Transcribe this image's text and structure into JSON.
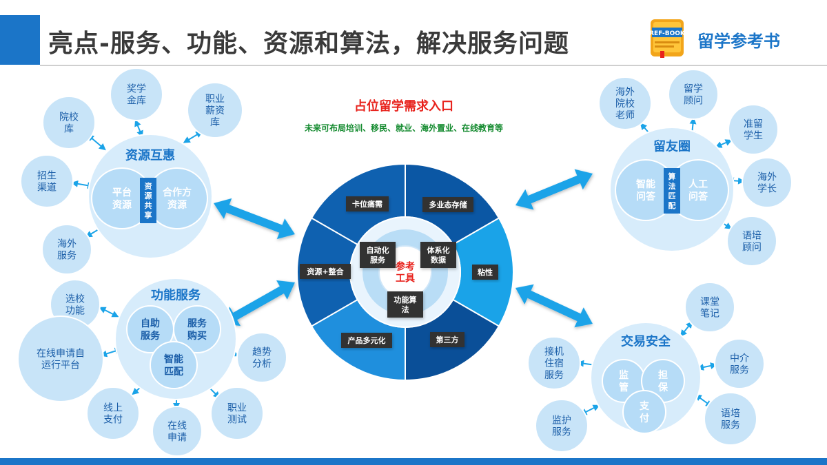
{
  "header": {
    "title": "亮点-服务、功能、资源和算法，解决服务问题",
    "brand_name": "留学参考书",
    "brand_logo_text": "REF-BOOK"
  },
  "center": {
    "headline": "占位留学需求入口",
    "subline": "未来可布局培训、移民、就业、海外置业、在线教育等",
    "core": [
      "参考",
      "工具"
    ],
    "outer_segments": [
      {
        "id": "a",
        "text": [
          "卡位痛需"
        ]
      },
      {
        "id": "b",
        "text": [
          "多业态存储"
        ]
      },
      {
        "id": "c",
        "text": [
          "粘性"
        ]
      },
      {
        "id": "d",
        "text": [
          "第三方"
        ]
      },
      {
        "id": "e",
        "text": [
          "产品多元化"
        ]
      },
      {
        "id": "f",
        "text": [
          "资源+整合"
        ]
      }
    ],
    "inner_boxes": [
      {
        "id": "auto",
        "text": [
          "自动化",
          "服务"
        ]
      },
      {
        "id": "data",
        "text": [
          "体系化",
          "数据"
        ]
      },
      {
        "id": "algo",
        "text": [
          "功能算",
          "法"
        ]
      }
    ]
  },
  "clusters": {
    "resource": {
      "title": "资源互惠",
      "left": [
        "平台",
        "资源"
      ],
      "right": [
        "合作方",
        "资源"
      ],
      "band": [
        "资",
        "源",
        "共",
        "享"
      ],
      "satellites": [
        {
          "id": "scholarship",
          "text": [
            "奖学",
            "金库"
          ]
        },
        {
          "id": "salary",
          "text": [
            "职业",
            "薪资",
            "库"
          ]
        },
        {
          "id": "school",
          "text": [
            "院校",
            "库"
          ]
        },
        {
          "id": "recruit",
          "text": [
            "招生",
            "渠道"
          ]
        },
        {
          "id": "overseas",
          "text": [
            "海外",
            "服务"
          ]
        }
      ]
    },
    "function": {
      "title": "功能服务",
      "circles": [
        {
          "id": "self",
          "text": [
            "自助",
            "服务"
          ]
        },
        {
          "id": "buy",
          "text": [
            "服务",
            "购买"
          ]
        },
        {
          "id": "match",
          "text": [
            "智能",
            "匹配"
          ]
        }
      ],
      "satellites": [
        {
          "id": "select",
          "text": [
            "选校",
            "功能"
          ]
        },
        {
          "id": "platform",
          "text": [
            "在线申请自",
            "运行平台"
          ]
        },
        {
          "id": "pay",
          "text": [
            "线上",
            "支付"
          ]
        },
        {
          "id": "apply",
          "text": [
            "在线",
            "申请"
          ]
        },
        {
          "id": "test",
          "text": [
            "职业",
            "测试"
          ]
        },
        {
          "id": "trend",
          "text": [
            "趋势",
            "分析"
          ]
        }
      ]
    },
    "friends": {
      "title": "留友圈",
      "left": [
        "智能",
        "问答"
      ],
      "right": [
        "人工",
        "问答"
      ],
      "band": [
        "算",
        "法",
        "匹",
        "配"
      ],
      "satellites": [
        {
          "id": "teacher",
          "text": [
            "海外",
            "院校",
            "老师"
          ]
        },
        {
          "id": "consultant",
          "text": [
            "留学",
            "顾问"
          ]
        },
        {
          "id": "student",
          "text": [
            "准留",
            "学生"
          ]
        },
        {
          "id": "senior",
          "text": [
            "海外",
            "学长"
          ]
        },
        {
          "id": "langconsult",
          "text": [
            "语培",
            "顾问"
          ]
        }
      ]
    },
    "trade": {
      "title": "交易安全",
      "circles": [
        {
          "id": "supervise",
          "text": [
            "监",
            "管"
          ]
        },
        {
          "id": "guarantee",
          "text": [
            "担",
            "保"
          ]
        },
        {
          "id": "pay",
          "text": [
            "支",
            "付"
          ]
        }
      ],
      "satellites": [
        {
          "id": "notes",
          "text": [
            "课堂",
            "笔记"
          ]
        },
        {
          "id": "agency",
          "text": [
            "中介",
            "服务"
          ]
        },
        {
          "id": "lang",
          "text": [
            "语培",
            "服务"
          ]
        },
        {
          "id": "guard",
          "text": [
            "监护",
            "服务"
          ]
        },
        {
          "id": "pickup",
          "text": [
            "接机",
            "住宿",
            "服务"
          ]
        }
      ]
    }
  },
  "colors": {
    "brand": "#1b75c8",
    "accent_red": "#e8231d",
    "dark_blue": "#0f61b0",
    "sky": "#1aa3e8",
    "pale": "#d7ecfb",
    "light": "#b6dcf7",
    "satellite": "#c8e4f8"
  }
}
